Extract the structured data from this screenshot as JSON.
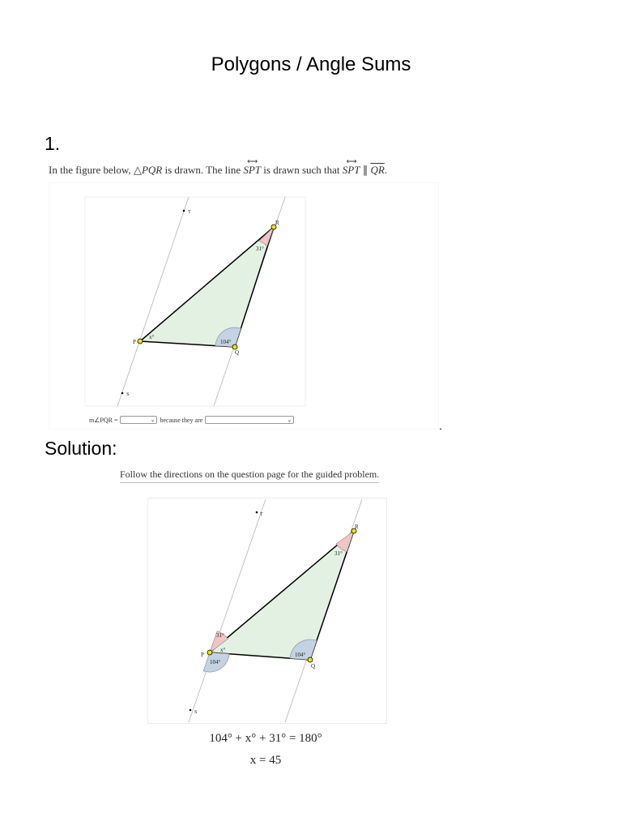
{
  "title": "Polygons / Angle Sums",
  "question": {
    "number": "1.",
    "prompt_start": "In the figure below, ",
    "triangle_symbol": "△",
    "triangle_name": "PQR",
    "prompt_mid": " is drawn. The line ",
    "line_name": "SPT",
    "prompt_mid2": " is drawn such that ",
    "parallel_symbol": "∥",
    "segment_name": "QR",
    "prompt_end": ".",
    "figure": {
      "labels": {
        "P": "P",
        "Q": "Q",
        "R": "R",
        "S": "S",
        "T": "T"
      },
      "angle_x": "x°",
      "angle_R": "31°",
      "angle_Q": "104°"
    },
    "answer_prefix": "m∠PQR =",
    "answer_mid": "because they are",
    "dropdown_arrow": "⌄",
    "trailing_mark": "."
  },
  "solution": {
    "heading": "Solution:",
    "note": "Follow the directions on the question page for the guided problem.",
    "figure": {
      "labels": {
        "P": "P",
        "Q": "Q",
        "R": "R",
        "S": "S",
        "T": "T"
      },
      "angle_x": "x°",
      "angle_R": "31°",
      "angle_Q": "104°",
      "angle_P_top": "31°",
      "angle_P_bottom": "104°"
    },
    "equation1": "104° + x° + 31° = 180°",
    "equation2": "x = 45"
  },
  "colors": {
    "triangle_fill": "#e3f1e3",
    "angle_red": "#f2c4c4",
    "angle_blue": "#c3d3e3",
    "vertex_dot": "#f5e200"
  }
}
